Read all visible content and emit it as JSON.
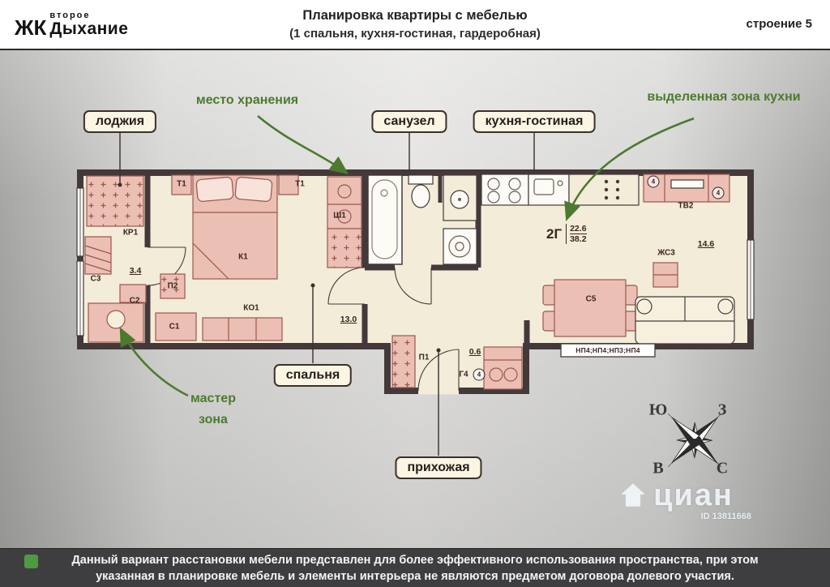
{
  "header": {
    "logo_prefix": "ЖК",
    "logo_word1": "второе",
    "logo_word2": "Дыхание",
    "title": "Планировка квартиры с мебелью",
    "subtitle": "(1 спальня, кухня-гостиная, гардеробная)",
    "building_label": "строение 5"
  },
  "callouts": {
    "loggia": "лоджия",
    "storage_note": "место хранения",
    "bathroom": "санузел",
    "kitchen_living": "кухня-гостиная",
    "kitchen_zone_note": "выделенная зона кухни",
    "bedroom": "спальня",
    "hallway": "прихожая",
    "master_note_line1": "мастер",
    "master_note_line2": "зона"
  },
  "plan_labels": {
    "kr1": "КР1",
    "t1a": "Т1",
    "t1b": "Т1",
    "k1": "К1",
    "s3": "С3",
    "s2": "С2",
    "s1": "С1",
    "p2": "П2",
    "ko1": "КО1",
    "sh1": "Ш1",
    "p1": "П1",
    "g4": "Г4",
    "s5": "С5",
    "zhs3": "ЖС3",
    "tv2": "ТВ2",
    "room_2g": "2Г",
    "np_panels": "НП4;НП4;НП3;НП4",
    "circled4": "4",
    "area_loggia": "3.4",
    "area_bedroom": "13.0",
    "area_living": "14.6",
    "area_hall_closet": "0.6",
    "area_kitchen_living": "22.6",
    "area_total": "38.2"
  },
  "compass": {
    "south": "Ю",
    "west": "З",
    "east": "В",
    "north": "С"
  },
  "watermark": {
    "brand": "циан",
    "id": "ID 13811668"
  },
  "footer": {
    "line1": "Данный вариант расстановки мебели представлен для более эффективного использования пространства, при этом",
    "line2": "указанная в планировке мебель и элементы интерьера не являются предметом договора долевого участия."
  },
  "colors": {
    "wall": "#44393a",
    "floor": "#f3ecd8",
    "furniture": "#ecbfb4",
    "accent_green": "#4c7a2e",
    "callout_bg": "#fbf5e3",
    "footer_bg": "#3e3e40"
  }
}
